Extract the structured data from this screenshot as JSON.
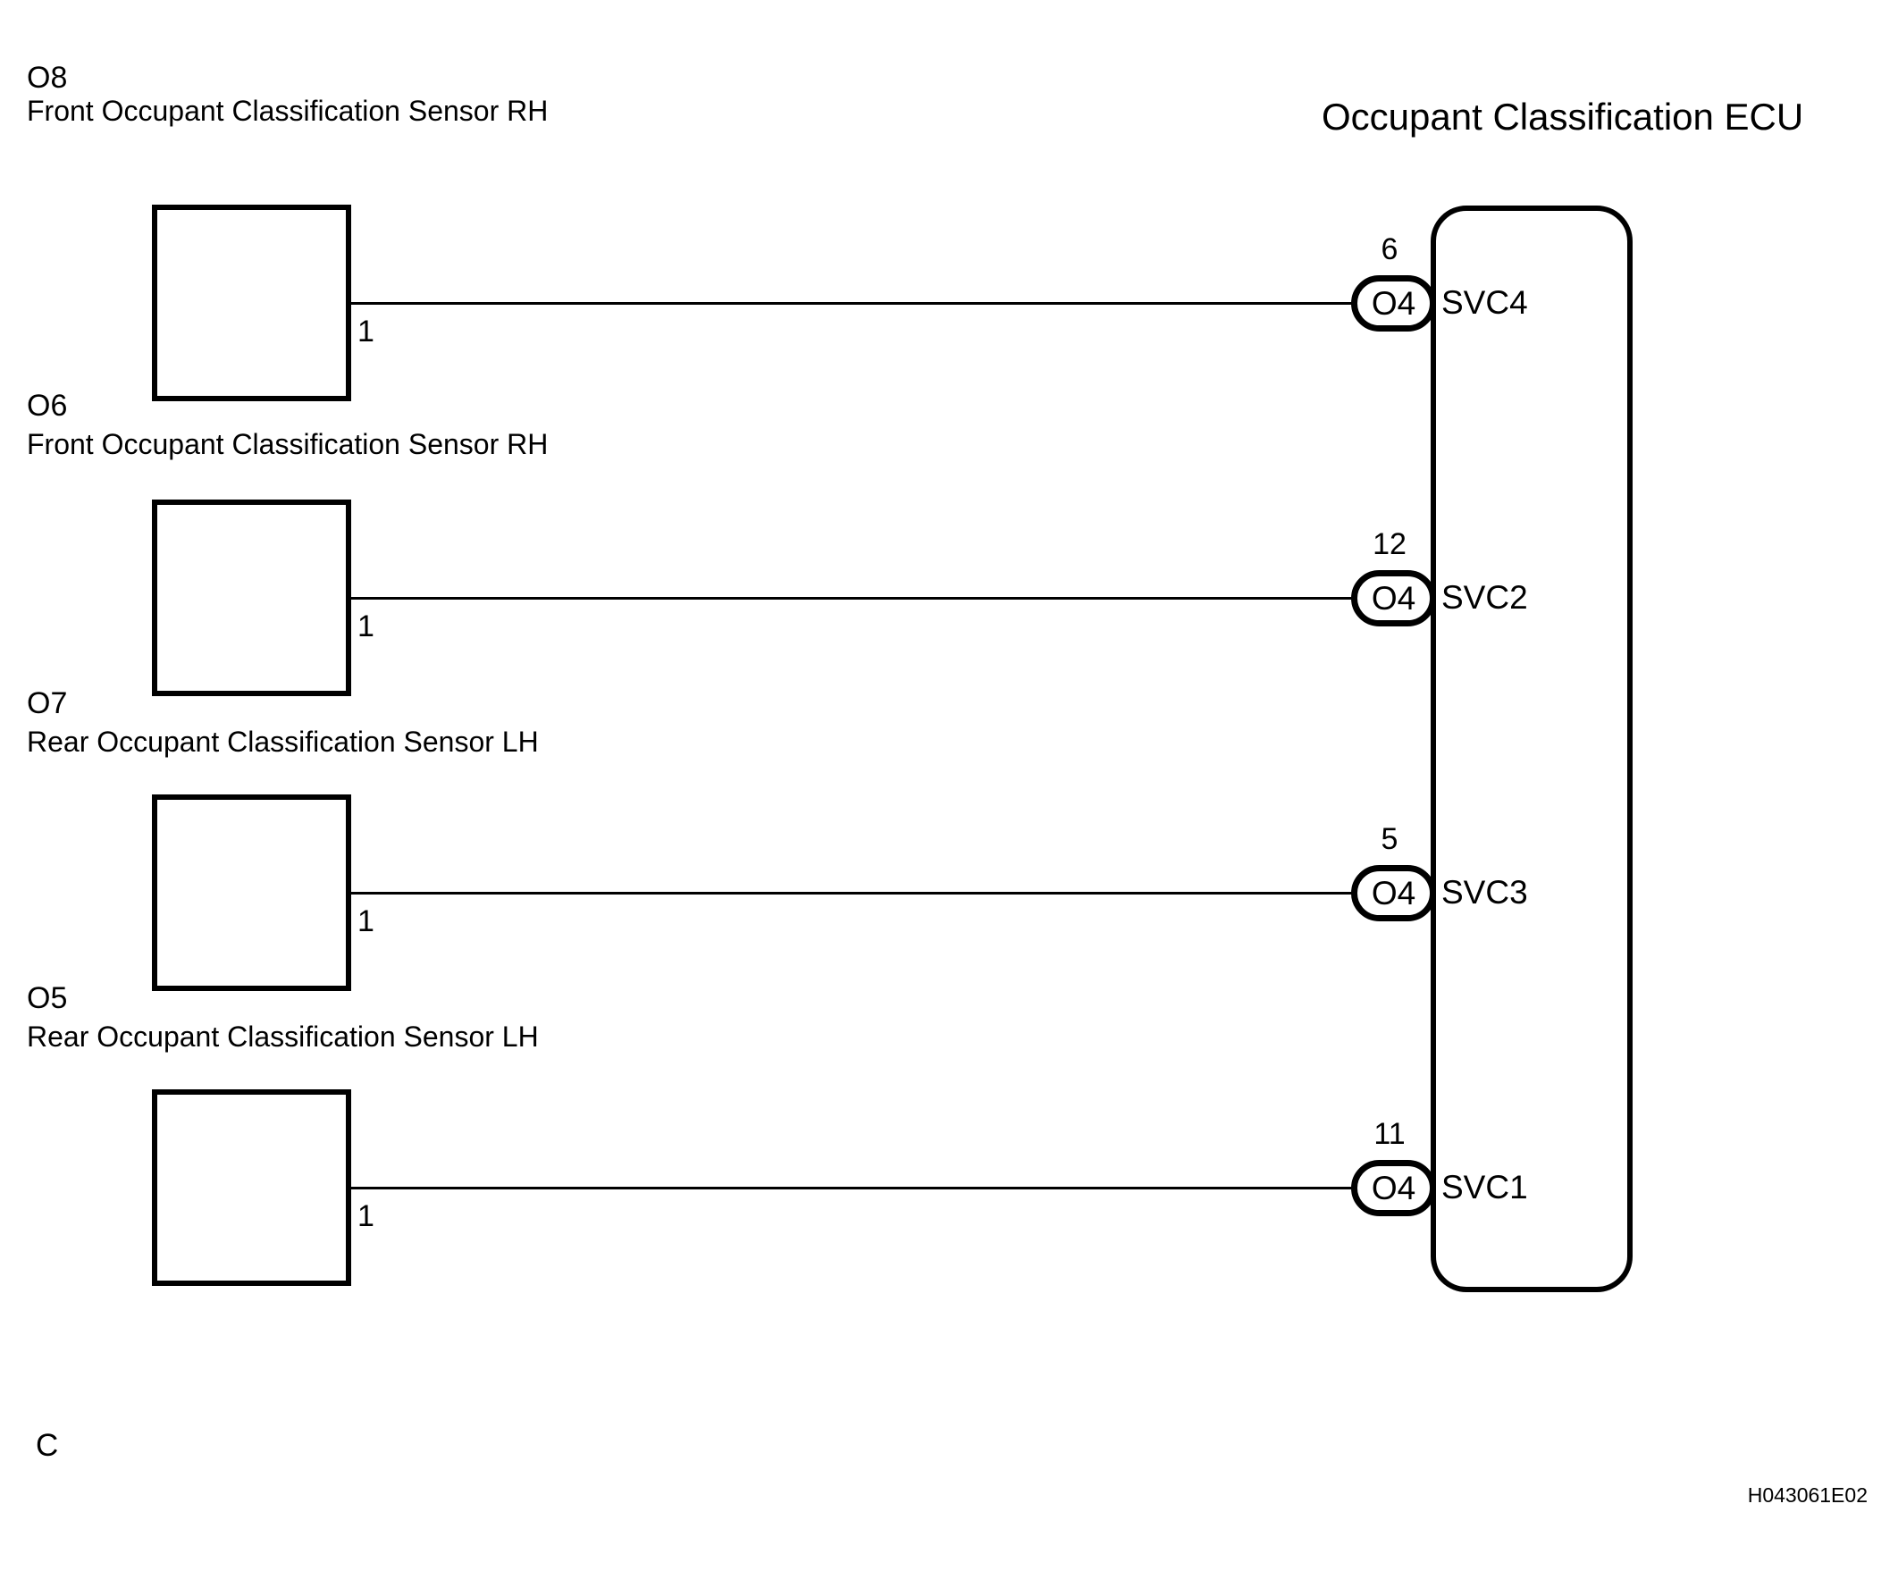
{
  "ecu": {
    "title": "Occupant Classification ECU"
  },
  "sensors": [
    {
      "id": "O8",
      "name": "Front Occupant Classification Sensor RH",
      "sensor_pin": "1",
      "ecu_pin": "6",
      "connector": "O4",
      "signal": "SVC4"
    },
    {
      "id": "O6",
      "name": "Front Occupant Classification Sensor RH",
      "sensor_pin": "1",
      "ecu_pin": "12",
      "connector": "O4",
      "signal": "SVC2"
    },
    {
      "id": "O7",
      "name": "Rear Occupant Classification Sensor LH",
      "sensor_pin": "1",
      "ecu_pin": "5",
      "connector": "O4",
      "signal": "SVC3"
    },
    {
      "id": "O5",
      "name": "Rear Occupant Classification Sensor LH",
      "sensor_pin": "1",
      "ecu_pin": "11",
      "connector": "O4",
      "signal": "SVC1"
    }
  ],
  "footer": {
    "section_marker": "C",
    "figure_code": "H043061E02"
  },
  "colors": {
    "line": "#000000",
    "background": "#ffffff"
  }
}
